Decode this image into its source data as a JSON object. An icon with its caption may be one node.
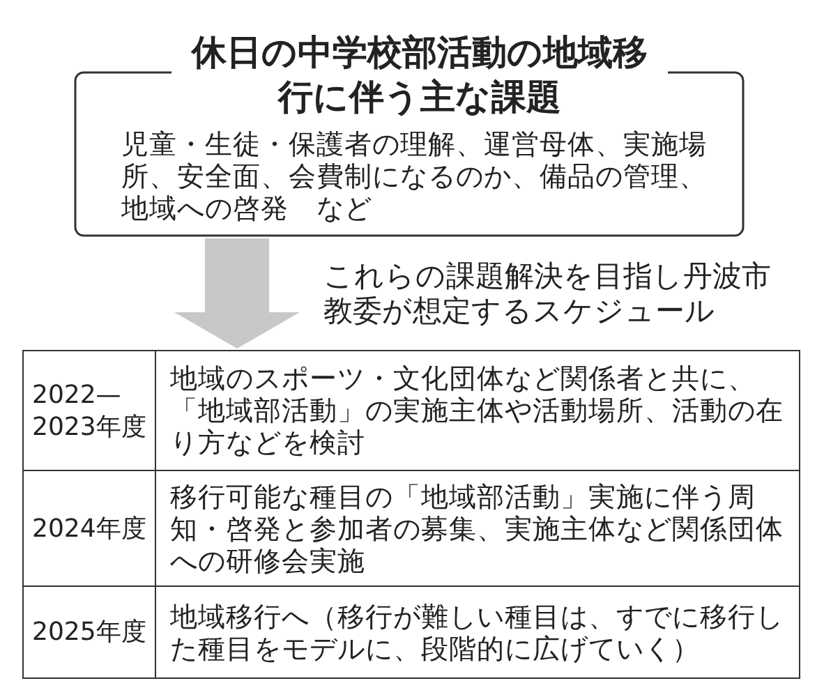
{
  "diagram": {
    "nodes": [
      {
        "text": [
          "休日の中学校部活動の地域移行に伴う主な課題",
          "児童・生徒・保護者の理解、運営母体、実施場所、安全面、会費制になるのか、備品の管理、地域への啓発　など"
        ]
      },
      {
        "text": [
          "2022—2023年度",
          "地域のスポーツ・文化団体など関係者と共に、「地域部活動」の実施主体や活動場所、活動の在り方などを検討",
          "2024年度",
          "移行可能な種目の「地域部活動」実施に伴う周知・啓発と参加者の募集、実施主体など関係団体への研修会実施",
          "2025年度",
          "地域移行へ（移行が難しい種目は、すでに移行した種目をモデルに、段階的に広げていく）"
        ]
      }
    ],
    "edges": [
      {
        "from": 0,
        "to": 1,
        "arrow": "to",
        "label": "これらの課題解決を目指し丹波市教委が想定するスケジュール",
        "style": "thick",
        "color": "#c8c8c8"
      }
    ]
  }
}
